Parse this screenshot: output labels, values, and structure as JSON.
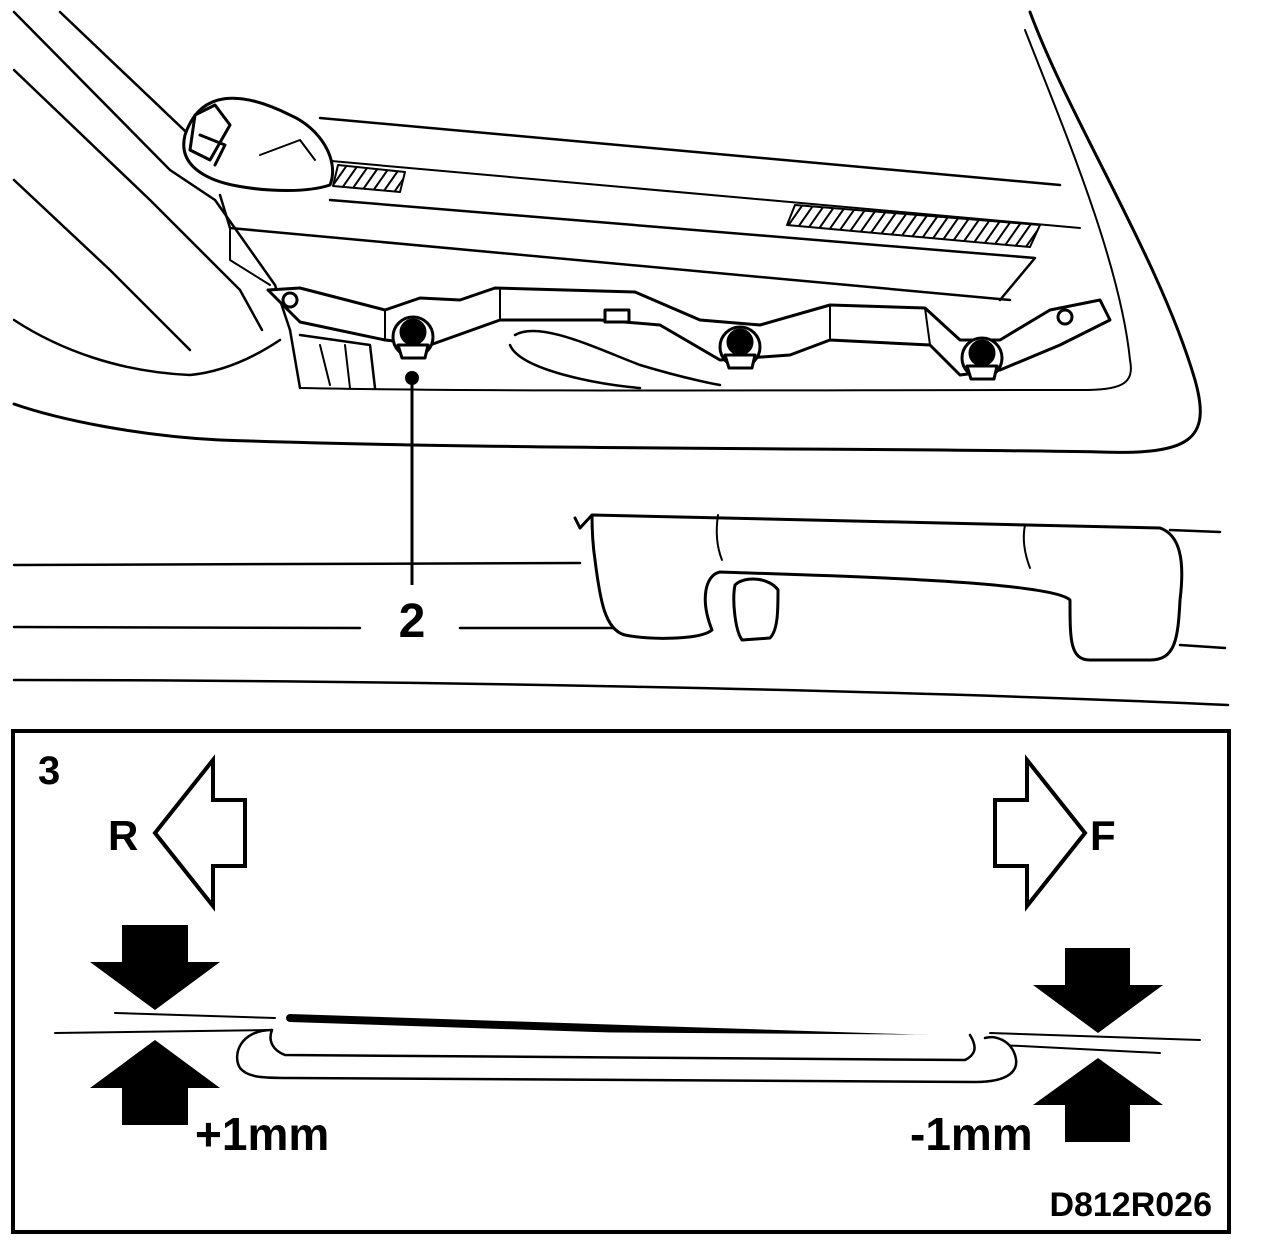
{
  "callouts": {
    "bolt": "2",
    "detail": "3"
  },
  "detail": {
    "rear_label": "R",
    "front_label": "F",
    "rear_offset": "+1mm",
    "front_offset": "-1mm"
  },
  "figure_code": "D812R026",
  "colors": {
    "line": "#000000",
    "background": "#ffffff"
  }
}
